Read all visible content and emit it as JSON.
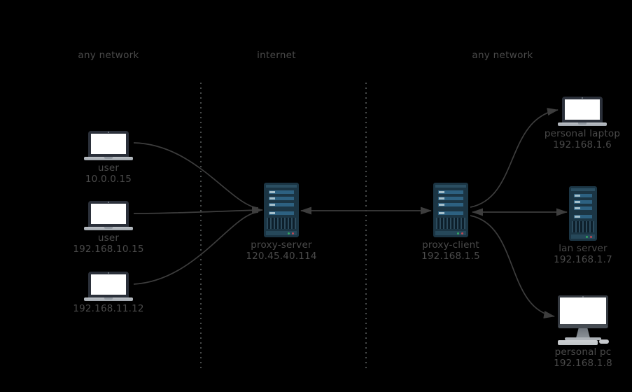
{
  "zones": {
    "left": "any network",
    "center": "internet",
    "right": "any network"
  },
  "nodes": {
    "user1": {
      "type": "laptop",
      "label": "user",
      "ip": "10.0.0.15"
    },
    "user2": {
      "type": "laptop",
      "label": "user",
      "ip": "192.168.10.15"
    },
    "user3": {
      "type": "laptop",
      "label": "",
      "ip": "192.168.11.12"
    },
    "proxy_server": {
      "type": "server",
      "label": "proxy-server",
      "ip": "120.45.40.114"
    },
    "proxy_client": {
      "type": "server",
      "label": "proxy-client",
      "ip": "192.168.1.5"
    },
    "personal_laptop": {
      "type": "laptop",
      "label": "personal laptop",
      "ip": "192.168.1.6"
    },
    "lan_server": {
      "type": "server",
      "label": "lan server",
      "ip": "192.168.1.7"
    },
    "personal_pc": {
      "type": "desktop",
      "label": "personal pc",
      "ip": "192.168.1.8"
    }
  },
  "edges": [
    {
      "from": "user1",
      "to": "proxy_server",
      "direction": "one-way"
    },
    {
      "from": "user2",
      "to": "proxy_server",
      "direction": "one-way"
    },
    {
      "from": "user3",
      "to": "proxy_server",
      "direction": "one-way"
    },
    {
      "from": "proxy_server",
      "to": "proxy_client",
      "direction": "two-way"
    },
    {
      "from": "proxy_client",
      "to": "personal_laptop",
      "direction": "one-way"
    },
    {
      "from": "proxy_client",
      "to": "lan_server",
      "direction": "two-way"
    },
    {
      "from": "proxy_client",
      "to": "personal_pc",
      "direction": "one-way"
    }
  ],
  "colors": {
    "background": "#000000",
    "label_text": "#4a4a4a",
    "connector": "#3d3d3d",
    "divider": "#474a4a",
    "device_dark": "#2b303a",
    "tower_body": "#1b3544",
    "tower_bar": "#2d6181",
    "tower_bar_highlight": "#a6c0cb",
    "led_green": "#35a862",
    "led_red": "#c24853",
    "screen_white": "#ffffff",
    "metal_gray": "#bdc2c7"
  }
}
